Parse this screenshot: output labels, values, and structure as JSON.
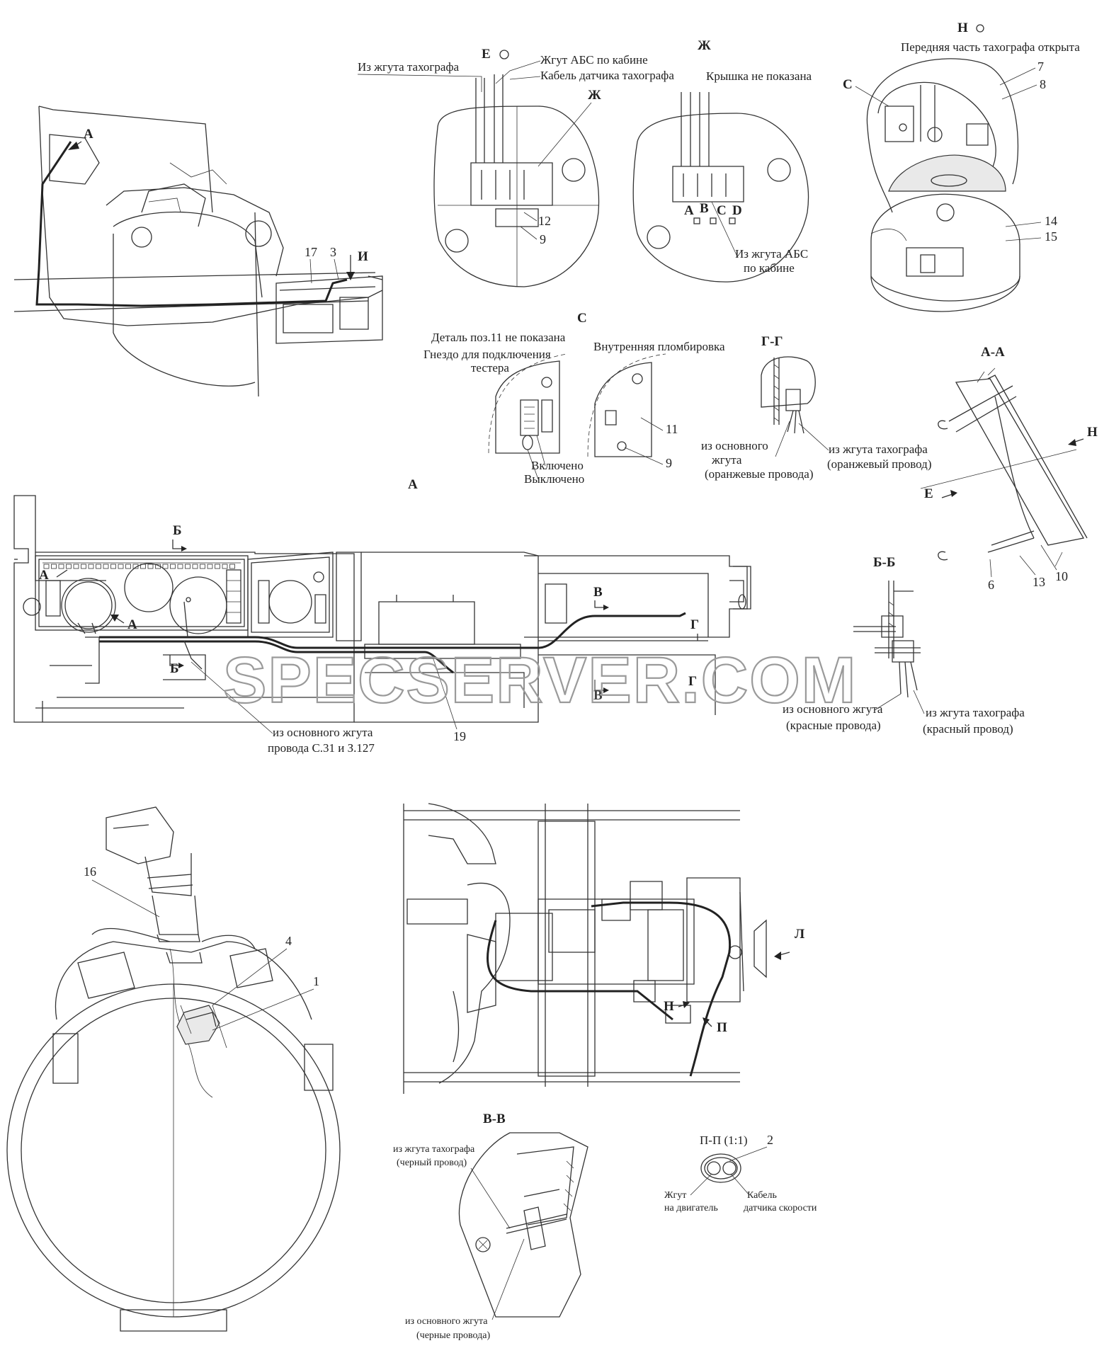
{
  "watermark": "SPECSERVER.COM",
  "views": {
    "E": {
      "title": "Е",
      "from_tacho": "Из жгута тахографа",
      "abs_harness": "Жгут АБС по кабине",
      "sensor_cable": "Кабель датчика тахографа",
      "zh_ref": "Ж",
      "n12": "12",
      "n9": "9"
    },
    "ZH": {
      "title": "Ж",
      "cover": "Крышка не показана",
      "A": "A",
      "B": "B",
      "C": "C",
      "D": "D",
      "from_abs_1": "Из жгута АБС",
      "from_abs_2": "по кабине"
    },
    "H": {
      "title": "Н",
      "caption": "Передняя часть тахографа открыта",
      "C": "С",
      "n7": "7",
      "n8": "8",
      "n14": "14",
      "n15": "15"
    },
    "C": {
      "title": "С",
      "detail11": "Деталь поз.11 не показана",
      "socket1": "Гнездо для подключения",
      "socket2": "тестера",
      "inner_seal": "Внутренняя пломбировка",
      "on": "Включено",
      "off": "Выключено",
      "n11": "11",
      "n9": "9"
    },
    "GG": {
      "title": "Г-Г",
      "main1": "из основного",
      "main2": "жгута",
      "main3": "(оранжевые провода)",
      "tacho1": "из жгута тахографа",
      "tacho2": "(оранжевый провод)"
    },
    "AA": {
      "title": "А-А",
      "H": "Н",
      "E": "Е",
      "n6": "6",
      "n13": "13",
      "n10": "10"
    },
    "A": {
      "title": "А",
      "B_top": "Б",
      "B_bot": "Б",
      "A_left": "А",
      "A_arrow": "А",
      "V_top": "В",
      "V_bot": "В",
      "G_top": "Г",
      "G_bot": "Г",
      "main1": "из основного жгута",
      "main2": "провода С.31 и З.127",
      "n19": "19"
    },
    "BB": {
      "title": "Б-Б",
      "main1": "из основного жгута",
      "main2": "(красные провода)",
      "tacho1": "из жгута тахографа",
      "tacho2": "(красный провод)"
    },
    "engine": {
      "A": "А",
      "I": "И",
      "n17": "17",
      "n3": "3"
    },
    "sensor": {
      "n16": "16",
      "n4": "4",
      "n1": "1"
    },
    "gearbox": {
      "L": "Л",
      "P1": "П",
      "P2": "П"
    },
    "VV": {
      "title": "В-В",
      "tacho1": "из жгута тахографа",
      "tacho2": "(черный провод)",
      "main1": "из основного жгута",
      "main2": "(черные провода)"
    },
    "PP": {
      "title": "П-П (1:1)",
      "n2": "2",
      "harness1": "Жгут",
      "harness2": "на двигатель",
      "cable1": "Кабель",
      "cable2": "датчика скорости"
    }
  }
}
